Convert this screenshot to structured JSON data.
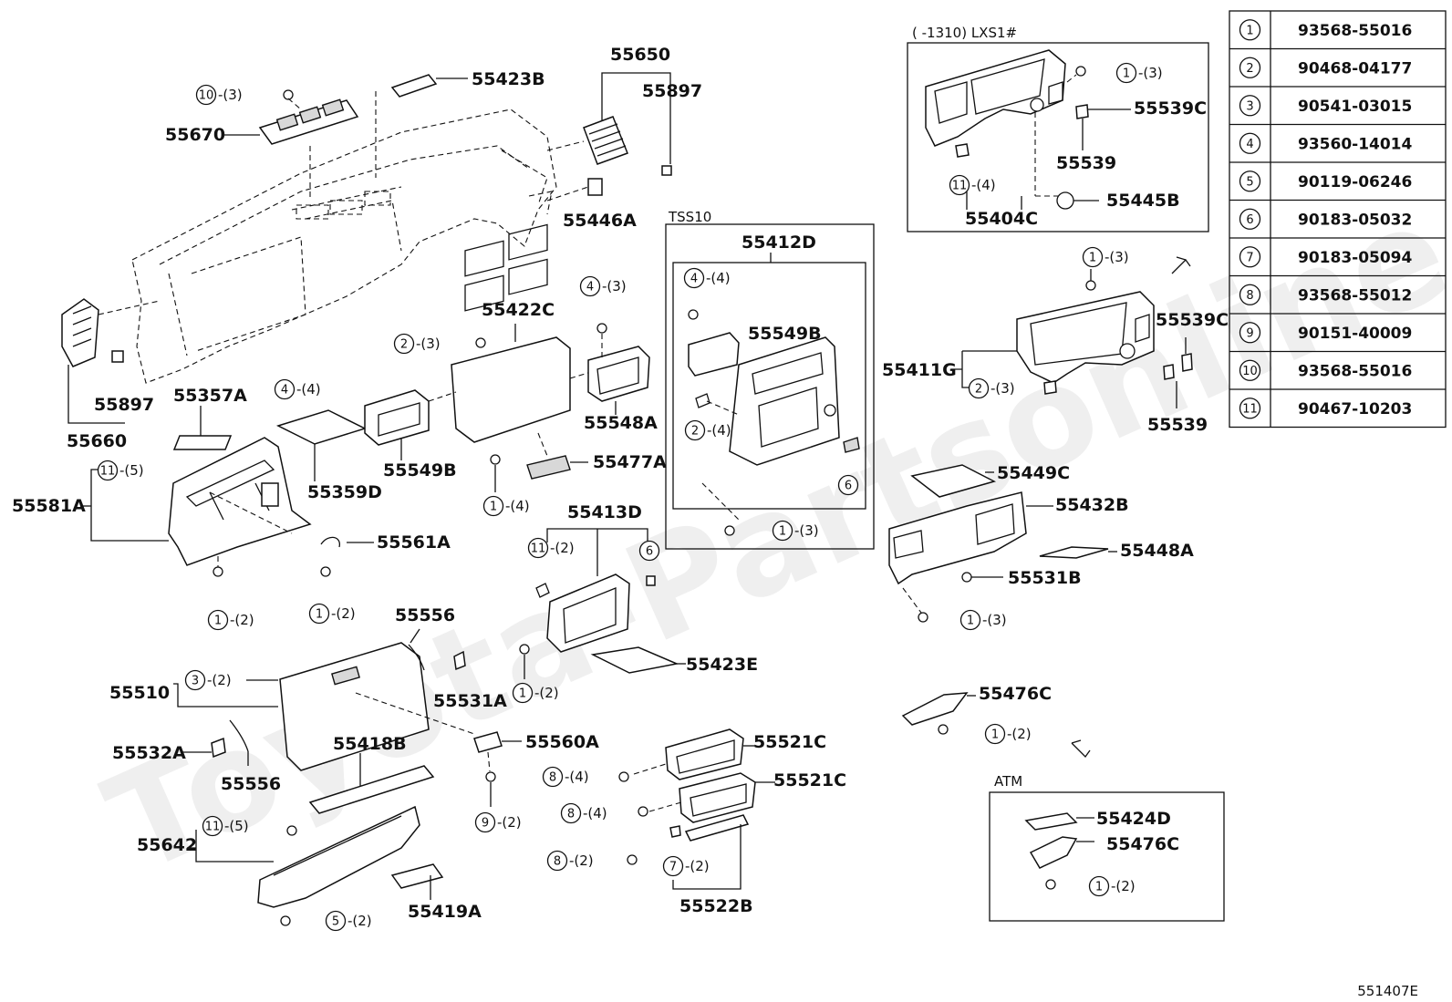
{
  "watermark": "Toyota-Partsonline.ru",
  "footer_code": "551407E",
  "group_labels": {
    "lxs": "(        -1310)  LXS1#",
    "tss": "TSS10",
    "atm": "ATM"
  },
  "legend": [
    {
      "idx": "1",
      "part": "93568-55016"
    },
    {
      "idx": "2",
      "part": "90468-04177"
    },
    {
      "idx": "3",
      "part": "90541-03015"
    },
    {
      "idx": "4",
      "part": "93560-14014"
    },
    {
      "idx": "5",
      "part": "90119-06246"
    },
    {
      "idx": "6",
      "part": "90183-05032"
    },
    {
      "idx": "7",
      "part": "90183-05094"
    },
    {
      "idx": "8",
      "part": "93568-55012"
    },
    {
      "idx": "9",
      "part": "90151-40009"
    },
    {
      "idx": "10",
      "part": "93568-55016"
    },
    {
      "idx": "11",
      "part": "90467-10203"
    }
  ],
  "parts": {
    "p55650": "55650",
    "p55897a": "55897",
    "p55423B": "55423B",
    "p55670": "55670",
    "p55446A": "55446A",
    "p55897b": "55897",
    "p55660": "55660",
    "p55357A": "55357A",
    "p55359D": "55359D",
    "p55549B": "55549B",
    "p55422C": "55422C",
    "p55548A": "55548A",
    "p55477A": "55477A",
    "p55581A": "55581A",
    "p55561A": "55561A",
    "p55413D": "55413D",
    "p55423E": "55423E",
    "p55556a": "55556",
    "p55531A": "55531A",
    "p55510": "55510",
    "p55532A": "55532A",
    "p55556b": "55556",
    "p55418B": "55418B",
    "p55560A": "55560A",
    "p55642": "55642",
    "p55419A": "55419A",
    "p55521Ca": "55521C",
    "p55521Cb": "55521C",
    "p55522B": "55522B",
    "p55412D": "55412D",
    "p55549Bb": "55549B",
    "p55539Ca": "55539C",
    "p55539a": "55539",
    "p55404C": "55404C",
    "p55445B": "55445B",
    "p55411G": "55411G",
    "p55539Cb": "55539C",
    "p55539b": "55539",
    "p55449C": "55449C",
    "p55432B": "55432B",
    "p55448A": "55448A",
    "p55531B": "55531B",
    "p55476Ca": "55476C",
    "p55424D": "55424D",
    "p55476Cb": "55476C"
  },
  "callouts": [
    {
      "id": "c10_3",
      "n": "10",
      "q": "-(3)"
    },
    {
      "id": "c2_3a",
      "n": "2",
      "q": "-(3)"
    },
    {
      "id": "c4_4a",
      "n": "4",
      "q": "-(4)"
    },
    {
      "id": "c4_3",
      "n": "4",
      "q": "-(3)"
    },
    {
      "id": "c11_5a",
      "n": "11",
      "q": "-(5)"
    },
    {
      "id": "c1_4",
      "n": "1",
      "q": "-(4)"
    },
    {
      "id": "c1_2a",
      "n": "1",
      "q": "-(2)"
    },
    {
      "id": "c1_2b",
      "n": "1",
      "q": "-(2)"
    },
    {
      "id": "c11_2",
      "n": "11",
      "q": "-(2)"
    },
    {
      "id": "c6a",
      "n": "6",
      "q": ""
    },
    {
      "id": "c1_2c",
      "n": "1",
      "q": "-(2)"
    },
    {
      "id": "c3_2",
      "n": "3",
      "q": "-(2)"
    },
    {
      "id": "c9_2",
      "n": "9",
      "q": "-(2)"
    },
    {
      "id": "c11_5b",
      "n": "11",
      "q": "-(5)"
    },
    {
      "id": "c5_2",
      "n": "5",
      "q": "-(2)"
    },
    {
      "id": "c8_4a",
      "n": "8",
      "q": "-(4)"
    },
    {
      "id": "c8_4b",
      "n": "8",
      "q": "-(4)"
    },
    {
      "id": "c8_2",
      "n": "8",
      "q": "-(2)"
    },
    {
      "id": "c7_2",
      "n": "7",
      "q": "-(2)"
    },
    {
      "id": "c4_4b",
      "n": "4",
      "q": "-(4)"
    },
    {
      "id": "c2_4",
      "n": "2",
      "q": "-(4)"
    },
    {
      "id": "c6b",
      "n": "6",
      "q": ""
    },
    {
      "id": "c1_3a",
      "n": "1",
      "q": "-(3)"
    },
    {
      "id": "c1_3b",
      "n": "1",
      "q": "-(3)"
    },
    {
      "id": "c11_4",
      "n": "11",
      "q": "-(4)"
    },
    {
      "id": "c1_3c",
      "n": "1",
      "q": "-(3)"
    },
    {
      "id": "c2_3b",
      "n": "2",
      "q": "-(3)"
    },
    {
      "id": "c1_3d",
      "n": "1",
      "q": "-(3)"
    },
    {
      "id": "c1_2d",
      "n": "1",
      "q": "-(2)"
    },
    {
      "id": "c1_2e",
      "n": "1",
      "q": "-(2)"
    }
  ]
}
